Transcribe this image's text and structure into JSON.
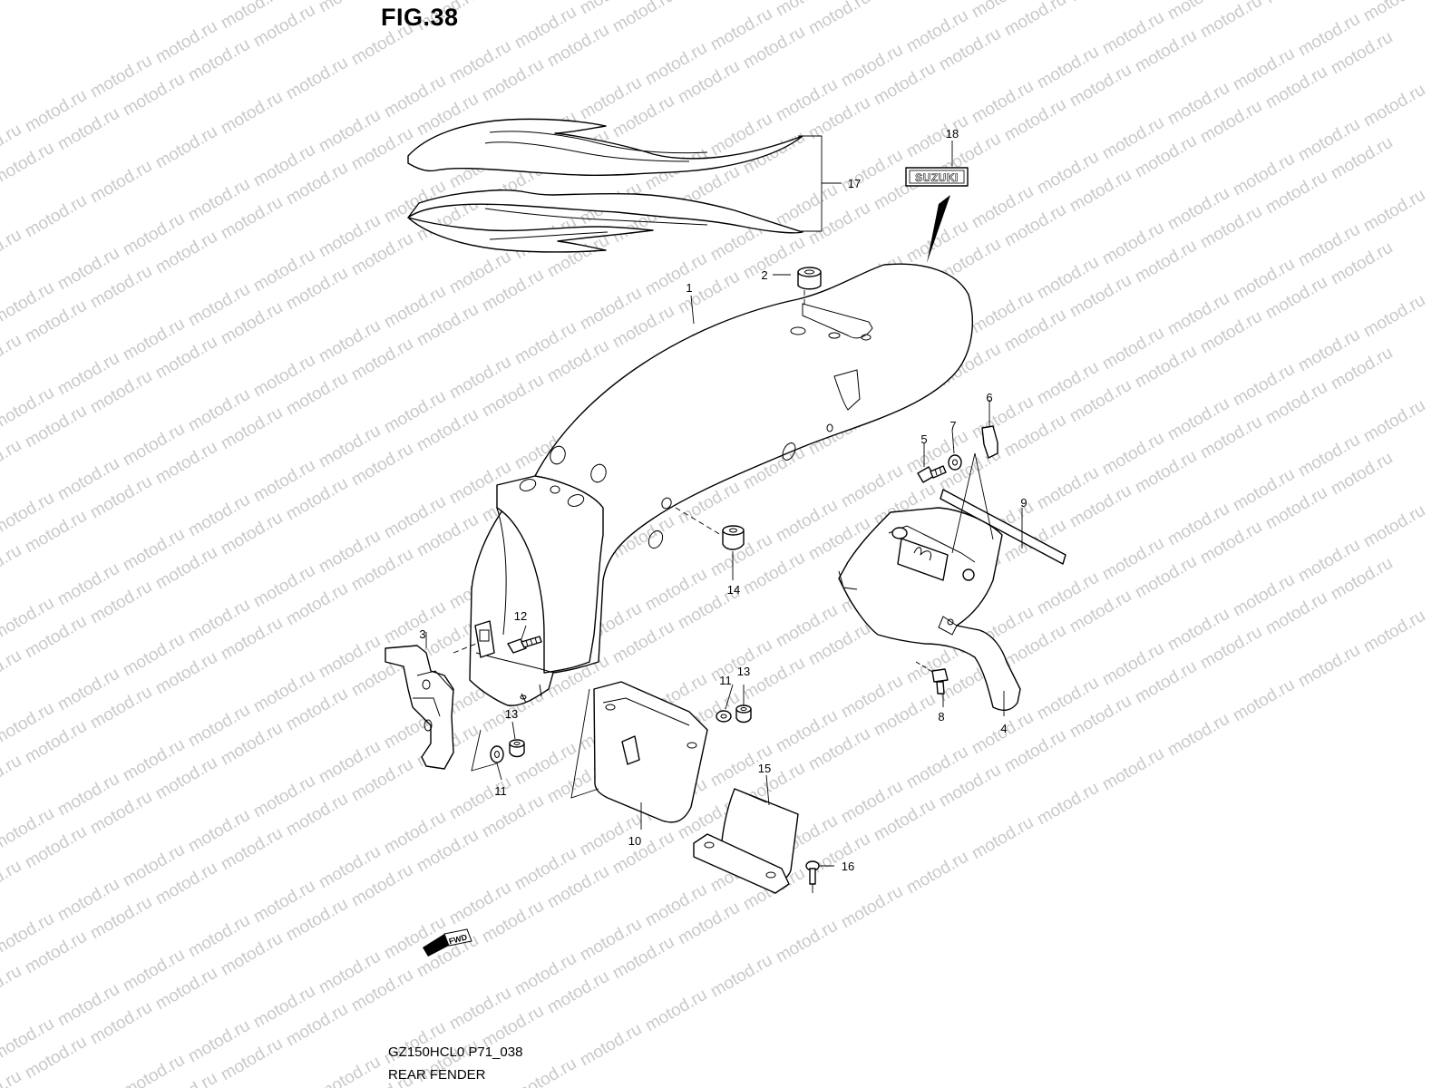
{
  "figure": {
    "title": "FIG.38",
    "code": "GZ150HCL0 P71_038",
    "name": "REAR FENDER"
  },
  "watermark": {
    "text": "motod.ru",
    "color": "#c9c9c9"
  },
  "badge": {
    "brand_text": "SUZUKI"
  },
  "direction": {
    "label": "FWD"
  },
  "callouts": {
    "c1": "1",
    "c2": "2",
    "c3": "3",
    "c4": "4",
    "c5": "5",
    "c6": "6",
    "c7": "7",
    "c8": "8",
    "c9": "9",
    "c10": "10",
    "c11a": "11",
    "c11b": "11",
    "c12": "12",
    "c13a": "13",
    "c13b": "13",
    "c14": "14",
    "c15": "15",
    "c16": "16",
    "c17": "17",
    "c18": "18"
  }
}
